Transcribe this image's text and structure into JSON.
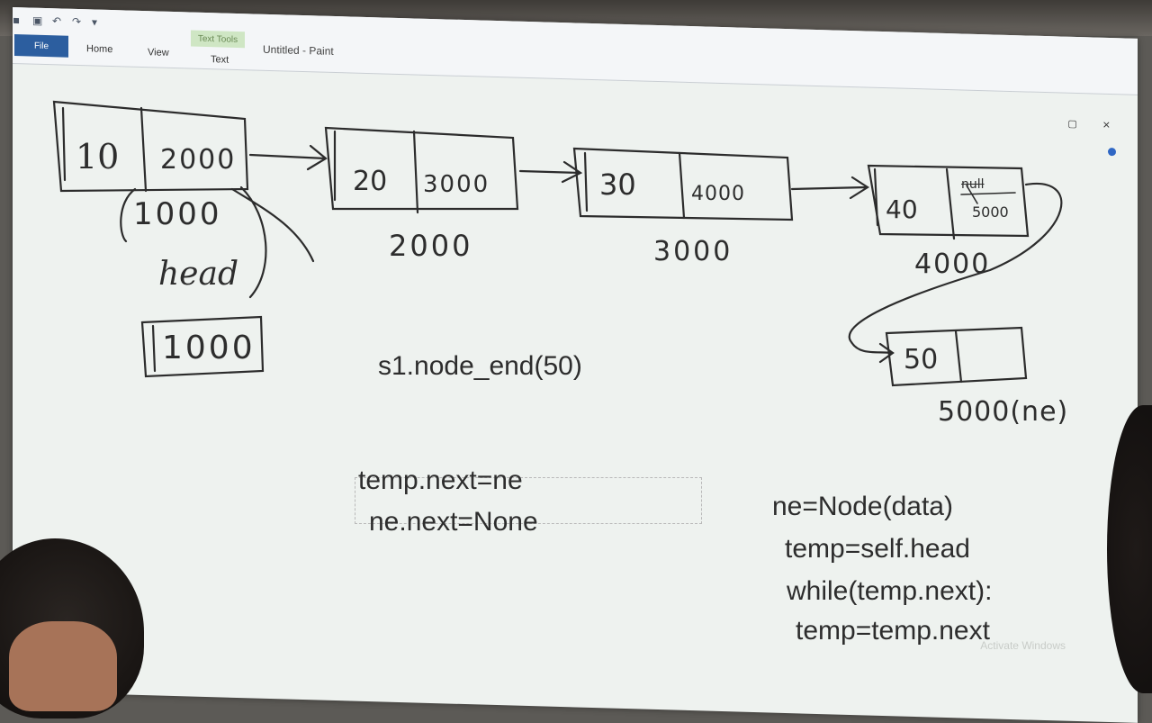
{
  "window": {
    "title": "Untitled - Paint",
    "tabs": {
      "file": "File",
      "home": "Home",
      "view": "View",
      "text_tools_group": "Text Tools",
      "text": "Text"
    },
    "controls": {
      "restore": "▢",
      "close": "×"
    }
  },
  "drawing": {
    "nodes": [
      {
        "data": "10",
        "next": "2000"
      },
      {
        "data": "20",
        "next": "3000"
      },
      {
        "data": "30",
        "next": "4000"
      },
      {
        "data": "40",
        "next": "5000",
        "struck_next": "null"
      },
      {
        "data": "50",
        "next": ""
      }
    ],
    "addresses": [
      "2000",
      "3000",
      "4000",
      "5000(ne)"
    ],
    "head_label": "head",
    "head_addr_top": "1000",
    "head_addr_box": "1000"
  },
  "code": {
    "call": "s1.node_end(50)",
    "line_temp_next": "temp.next=ne",
    "line_ne_next": "ne.next=None",
    "line_ne_node": "ne=Node(data)",
    "line_temp_head": "temp=self.head",
    "line_while": "while(temp.next):",
    "line_temp_step": "temp=temp.next"
  },
  "os": {
    "activate_watermark": "Activate Windows"
  }
}
